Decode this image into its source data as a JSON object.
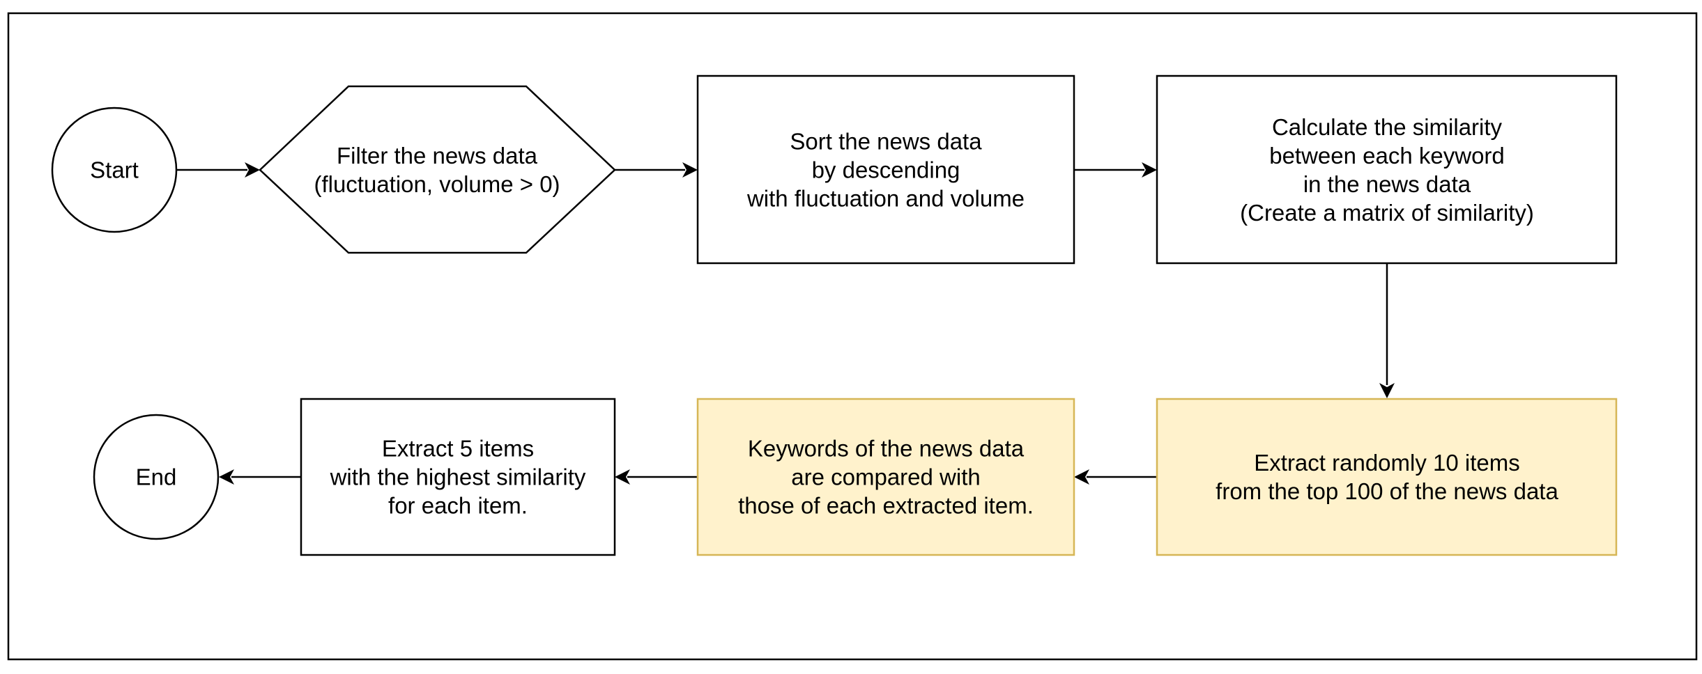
{
  "nodes": {
    "start": {
      "lines": [
        "Start"
      ]
    },
    "filter": {
      "lines": [
        "Filter the news data",
        "(fluctuation, volume > 0)"
      ]
    },
    "sort": {
      "lines": [
        "Sort the news data",
        "by descending",
        "with fluctuation and volume"
      ]
    },
    "similarity": {
      "lines": [
        "Calculate the similarity",
        "between each keyword",
        "in the news data",
        "(Create a matrix of similarity)"
      ]
    },
    "random": {
      "lines": [
        "Extract randomly 10 items",
        "from the top 100 of the news data"
      ]
    },
    "compare": {
      "lines": [
        "Keywords of the news data",
        "are compared with",
        "those of each extracted item."
      ]
    },
    "top5": {
      "lines": [
        "Extract 5 items",
        "with the highest similarity",
        "for each item."
      ]
    },
    "end": {
      "lines": [
        "End"
      ]
    }
  },
  "colors": {
    "highlight_fill": "#fff2cc",
    "highlight_stroke": "#d6b656",
    "stroke": "#000000",
    "background": "#ffffff"
  }
}
